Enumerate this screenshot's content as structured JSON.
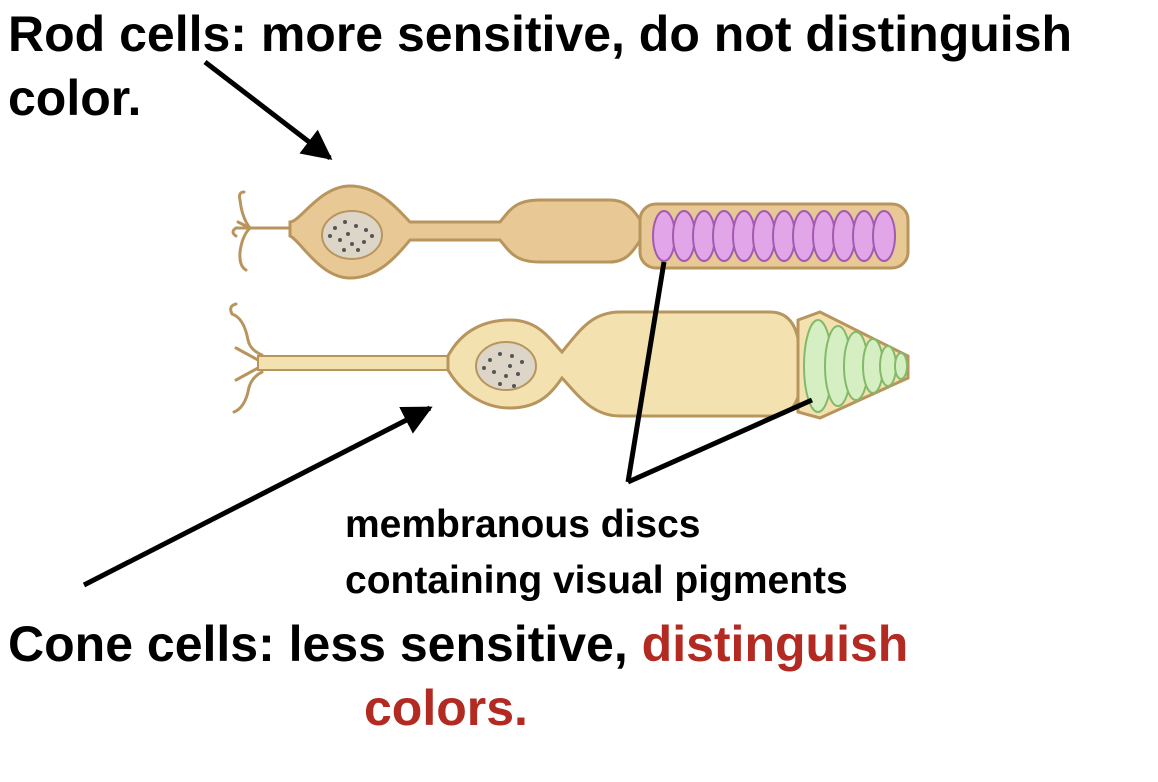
{
  "rod_label": {
    "line1": "Rod cells: more sensitive, do not distinguish",
    "line2": "color."
  },
  "disc_label": {
    "line1": "membranous discs",
    "line2": "containing visual pigments"
  },
  "cone_label": {
    "line1_prefix": "Cone cells: less sensitive, ",
    "line1_accent": "distinguish",
    "line2_accent": "colors."
  },
  "colors": {
    "text": "#000000",
    "accent": "#b22a22",
    "cell_fill": "#e8c995",
    "cell_stroke": "#b8955c",
    "cone_fill": "#f3e2b0",
    "rod_disc_fill": "#e2a6e8",
    "rod_disc_stroke": "#a25bb0",
    "cone_disc_fill": "#d6efc2",
    "cone_disc_stroke": "#83b96a"
  }
}
